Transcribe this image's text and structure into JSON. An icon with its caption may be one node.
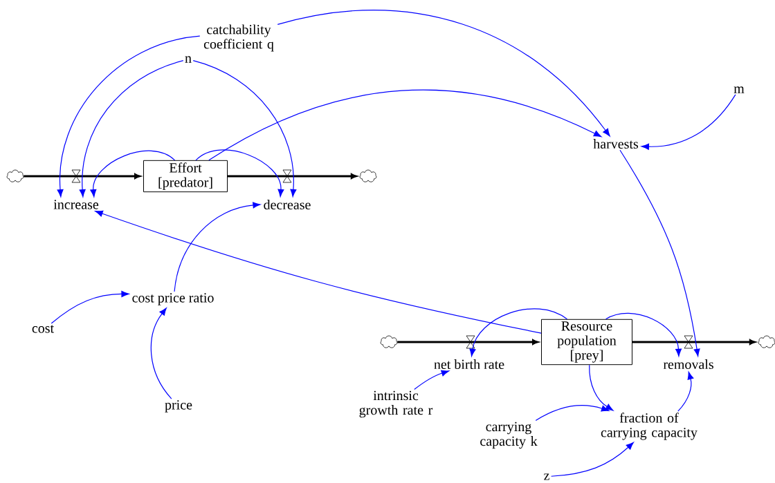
{
  "diagram": {
    "nodes": [
      {
        "text": [
          "catchability coefficient q"
        ]
      },
      {
        "text": [
          "n"
        ]
      },
      {
        "text": [
          "m"
        ]
      },
      {
        "text": [
          "harvests"
        ]
      },
      {
        "text": [],
        "shape": "cloud"
      },
      {
        "text": [
          "increase"
        ]
      },
      {
        "text": [
          "Effort [predator]"
        ]
      },
      {
        "text": [
          "decrease"
        ]
      },
      {
        "text": [],
        "shape": "cloud"
      },
      {
        "text": [
          "cost price ratio"
        ]
      },
      {
        "text": [
          "cost"
        ]
      },
      {
        "text": [],
        "shape": "cloud"
      },
      {
        "text": [
          "net birth rate"
        ]
      },
      {
        "text": [
          "Resource population [prey]"
        ]
      },
      {
        "text": [
          "removals"
        ]
      },
      {
        "text": [],
        "shape": "cloud"
      },
      {
        "text": [
          "intrinsic growth rate r"
        ]
      },
      {
        "text": [
          "price"
        ]
      },
      {
        "text": [
          "carrying capacity k"
        ]
      },
      {
        "text": [
          "fraction of carrying capacity"
        ]
      },
      {
        "text": [
          "z"
        ]
      }
    ],
    "edges": [
      {
        "from": 4,
        "to": 6,
        "arrow": "to",
        "style": "thick",
        "color": "#000000"
      },
      {
        "from": 6,
        "to": 8,
        "arrow": "to",
        "style": "thick",
        "color": "#000000"
      },
      {
        "from": 11,
        "to": 13,
        "arrow": "to",
        "style": "thick",
        "color": "#000000"
      },
      {
        "from": 13,
        "to": 15,
        "arrow": "to",
        "style": "thick",
        "color": "#000000"
      },
      {
        "from": 0,
        "to": 5,
        "arrow": "to"
      },
      {
        "from": 0,
        "to": 3,
        "arrow": "to"
      },
      {
        "from": 1,
        "to": 5,
        "arrow": "to"
      },
      {
        "from": 1,
        "to": 7,
        "arrow": "to"
      },
      {
        "from": 6,
        "to": 5,
        "arrow": "to"
      },
      {
        "from": 6,
        "to": 7,
        "arrow": "to"
      },
      {
        "from": 6,
        "to": 3,
        "arrow": "to"
      },
      {
        "from": 2,
        "to": 3,
        "arrow": "to"
      },
      {
        "from": 3,
        "to": 14,
        "arrow": "to"
      },
      {
        "from": 9,
        "to": 7,
        "arrow": "to"
      },
      {
        "from": 10,
        "to": 9,
        "arrow": "to"
      },
      {
        "from": 17,
        "to": 9,
        "arrow": "to"
      },
      {
        "from": 13,
        "to": 5,
        "arrow": "to"
      },
      {
        "from": 13,
        "to": 12,
        "arrow": "to"
      },
      {
        "from": 13,
        "to": 14,
        "arrow": "to"
      },
      {
        "from": 13,
        "to": 19,
        "arrow": "to"
      },
      {
        "from": 16,
        "to": 12,
        "arrow": "to"
      },
      {
        "from": 18,
        "to": 19,
        "arrow": "to"
      },
      {
        "from": 19,
        "to": 14,
        "arrow": "to"
      },
      {
        "from": 20,
        "to": 19,
        "arrow": "to"
      }
    ]
  }
}
